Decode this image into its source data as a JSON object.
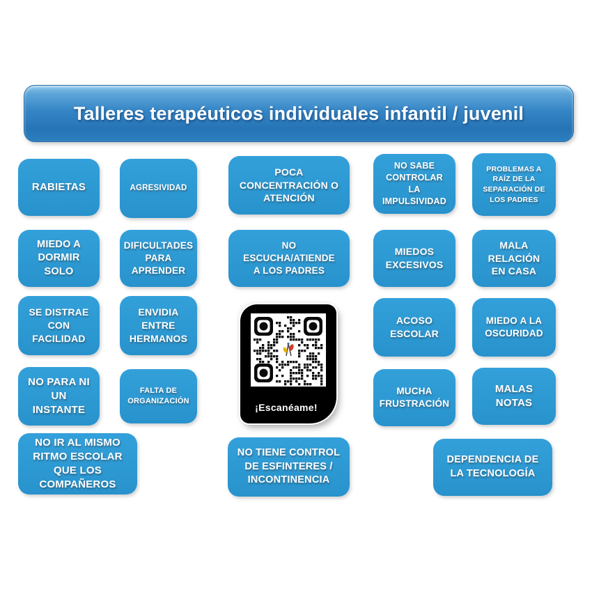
{
  "title": "Talleres terapéuticos individuales infantil / juvenil",
  "colors": {
    "box_blue": "#2D99D3",
    "banner_gradient_top": "#8EC8EC",
    "banner_gradient_bottom": "#2674B5",
    "text": "#FFFFFF",
    "qr_card_black": "#000000"
  },
  "boxes": [
    {
      "name": "rabietas",
      "label": "RABIETAS"
    },
    {
      "name": "agresividad",
      "label": "AGRESIVIDAD"
    },
    {
      "name": "poca-concentracion",
      "label": "POCA\nCONCENTRACIÓN O\nATENCIÓN"
    },
    {
      "name": "impulsividad",
      "label": "NO SABE\nCONTROLAR LA\nIMPULSIVIDAD"
    },
    {
      "name": "separacion-padres",
      "label": "PROBLEMAS A\nRAÍZ DE LA\nSEPARACIÓN DE\nLOS PADRES"
    },
    {
      "name": "miedo-dormir-solo",
      "label": "MIEDO A\nDORMIR\nSOLO"
    },
    {
      "name": "dificultades-aprender",
      "label": "DIFICULTADES\nPARA\nAPRENDER"
    },
    {
      "name": "no-escucha-padres",
      "label": "NO\nESCUCHA/ATIENDE\nA LOS PADRES"
    },
    {
      "name": "miedos-excesivos",
      "label": "MIEDOS\nEXCESIVOS"
    },
    {
      "name": "mala-relacion-casa",
      "label": "MALA\nRELACIÓN\nEN CASA"
    },
    {
      "name": "se-distrae",
      "label": "SE DISTRAE\nCON\nFACILIDAD"
    },
    {
      "name": "envidia-hermanos",
      "label": "ENVIDIA\nENTRE\nHERMANOS"
    },
    {
      "name": "acoso-escolar",
      "label": "ACOSO\nESCOLAR"
    },
    {
      "name": "miedo-oscuridad",
      "label": "MIEDO A LA\nOSCURIDAD"
    },
    {
      "name": "no-para",
      "label": "NO PARA NI\nUN\nINSTANTE"
    },
    {
      "name": "falta-organizacion",
      "label": "FALTA DE\nORGANIZACIÓN"
    },
    {
      "name": "mucha-frustracion",
      "label": "MUCHA\nFRUSTRACIÓN"
    },
    {
      "name": "malas-notas",
      "label": "MALAS\nNOTAS"
    },
    {
      "name": "ritmo-escolar",
      "label": "NO IR AL MISMO\nRITMO ESCOLAR\nQUE LOS\nCOMPAÑEROS"
    },
    {
      "name": "control-esfinteres",
      "label": "NO TIENE CONTROL\nDE ESFINTERES /\nINCONTINENCIA"
    },
    {
      "name": "dependencia-tecnologia",
      "label": "DEPENDENCIA DE\nLA TECNOLOGÍA"
    }
  ],
  "qr": {
    "scan_label": "¡Escanéame!"
  }
}
